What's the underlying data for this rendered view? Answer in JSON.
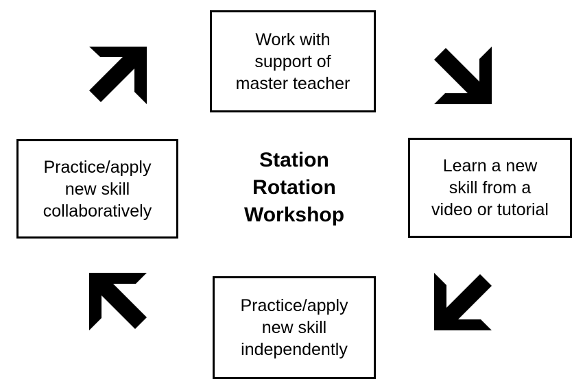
{
  "diagram": {
    "title": "Station Rotation Workshop",
    "center": {
      "label": "Station\nRotation\nWorkshop"
    },
    "nodes": [
      {
        "id": "top",
        "position": "top",
        "label": "Work with\nsupport of\nmaster teacher"
      },
      {
        "id": "right",
        "position": "right",
        "label": "Learn a new\nskill from a\nvideo or tutorial"
      },
      {
        "id": "bottom",
        "position": "bottom",
        "label": "Practice/apply\nnew skill\nindependently"
      },
      {
        "id": "left",
        "position": "left",
        "label": "Practice/apply\nnew skill\ncollaboratively"
      }
    ],
    "arrows": [
      {
        "id": "top-left",
        "icon": "arrow-northeast-icon",
        "direction": "northeast",
        "from": "left",
        "to": "top"
      },
      {
        "id": "top-right",
        "icon": "arrow-southeast-icon",
        "direction": "southeast",
        "from": "top",
        "to": "right"
      },
      {
        "id": "bottom-right",
        "icon": "arrow-southwest-icon",
        "direction": "southwest",
        "from": "right",
        "to": "bottom"
      },
      {
        "id": "bottom-left",
        "icon": "arrow-northwest-icon",
        "direction": "northwest",
        "from": "bottom",
        "to": "left"
      }
    ],
    "flow": "clockwise",
    "colors": {
      "stroke": "#000000",
      "fill": "#ffffff",
      "arrow": "#000000",
      "text": "#000000"
    }
  }
}
